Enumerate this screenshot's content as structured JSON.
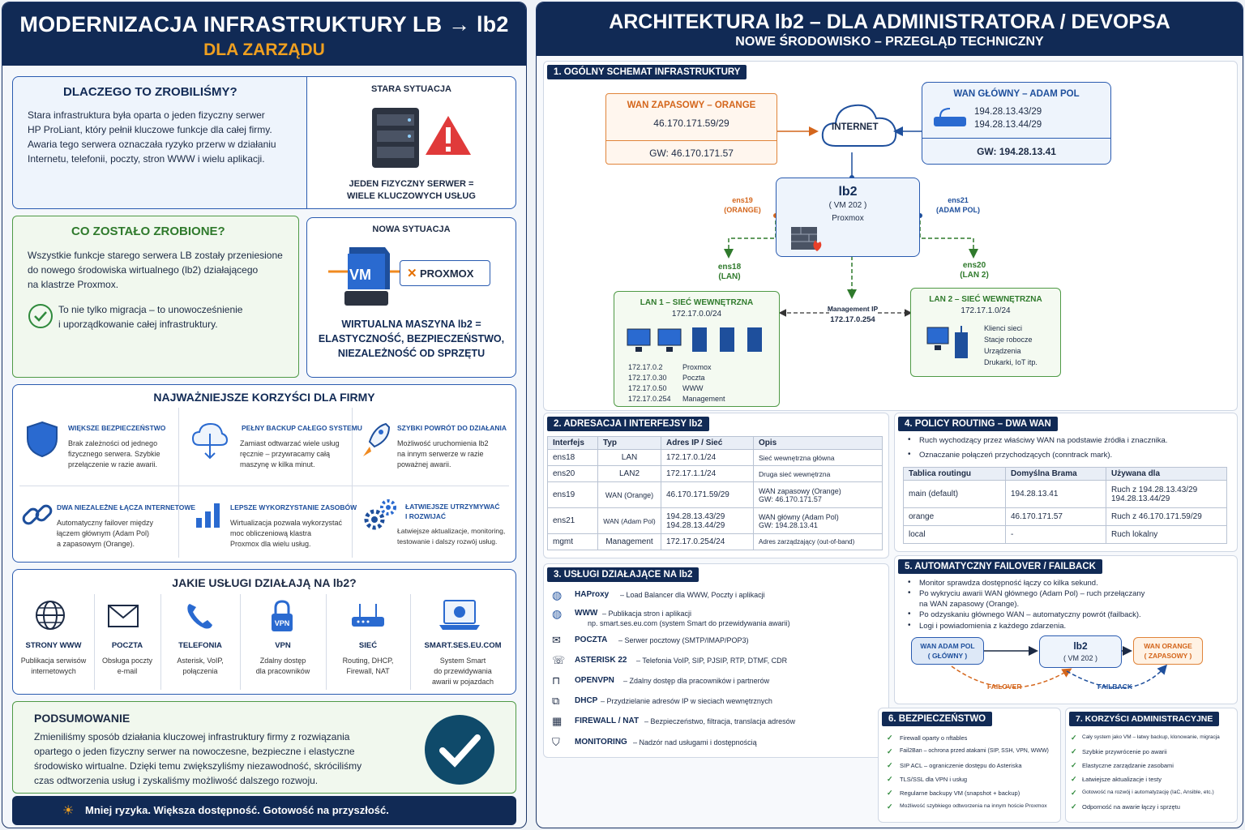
{
  "left": {
    "title": "MODERNIZACJA INFRASTRUKTURY LB → lb2",
    "subtitle": "DLA ZARZĄDU",
    "why": {
      "heading": "DLACZEGO TO ZROBILIŚMY?",
      "text": [
        "Stara infrastruktura była oparta o jeden fizyczny serwer",
        "HP ProLiant, który pełnił kluczowe funkcje dla całej firmy.",
        "Awaria tego serwera oznaczała ryzyko przerw w działaniu",
        "Internetu, telefonii, poczty, stron WWW i wielu aplikacji."
      ]
    },
    "old": {
      "heading": "STARA SYTUACJA",
      "caption": [
        "JEDEN FIZYCZNY SERWER =",
        "WIELE KLUCZOWYCH USŁUG"
      ]
    },
    "done": {
      "heading": "CO ZOSTAŁO ZROBIONE?",
      "text": [
        "Wszystkie funkcje starego serwera LB zostały przeniesione",
        "do nowego środowiska wirtualnego (lb2) działającego",
        "na klastrze Proxmox."
      ],
      "note": [
        "To nie tylko migracja – to unowocześnienie",
        "i uporządkowanie całej infrastruktury."
      ]
    },
    "new": {
      "heading": "NOWA SYTUACJA",
      "vm": "VM",
      "proxmox": "PROXMOX",
      "caption": [
        "WIRTUALNA MASZYNA lb2 =",
        "ELASTYCZNOŚĆ, BEZPIECZEŃSTWO,",
        "NIEZALEŻNOŚĆ OD SPRZĘTU"
      ]
    },
    "benefits": {
      "heading": "NAJWAŻNIEJSZE KORZYŚCI DLA FIRMY",
      "items": [
        {
          "title": "WIĘKSZE BEZPIECZEŃSTWO",
          "desc": [
            "Brak zależności od jednego",
            "fizycznego serwera. Szybkie",
            "przełączenie w razie awarii."
          ]
        },
        {
          "title": "PEŁNY BACKUP CAŁEGO SYSTEMU",
          "desc": [
            "Zamiast odtwarzać wiele usług",
            "ręcznie – przywracamy całą",
            "maszynę w kilka minut."
          ]
        },
        {
          "title": "SZYBKI POWRÓT DO DZIAŁANIA",
          "desc": [
            "Możliwość uruchomienia lb2",
            "na innym serwerze w razie",
            "poważnej awarii."
          ]
        },
        {
          "title": "DWA NIEZALEŻNE ŁĄCZA INTERNETOWE",
          "desc": [
            "Automatyczny failover między",
            "łączem głównym (Adam Pol)",
            "a zapasowym (Orange)."
          ]
        },
        {
          "title": "LEPSZE WYKORZYSTANIE ZASOBÓW",
          "desc": [
            "Wirtualizacja pozwala wykorzystać",
            "moc obliczeniową klastra",
            "Proxmox dla wielu usług."
          ]
        },
        {
          "title": "ŁATWIEJSZE UTRZYMYWAĆ I ROZWIJAĆ",
          "desc": [
            "Łatwiejsze aktualizacje, monitoring,",
            "testowanie i dalszy rozwój usług."
          ]
        }
      ]
    },
    "services": {
      "heading": "JAKIE USŁUGI DZIAŁAJĄ NA lb2?",
      "items": [
        {
          "title": "STRONY WWW",
          "desc": [
            "Publikacja serwisów",
            "internetowych"
          ]
        },
        {
          "title": "POCZTA",
          "desc": [
            "Obsługa poczty",
            "e-mail"
          ]
        },
        {
          "title": "TELEFONIA",
          "desc": [
            "Asterisk, VoIP,",
            "połączenia"
          ]
        },
        {
          "title": "VPN",
          "desc": [
            "Zdalny dostęp",
            "dla pracowników"
          ]
        },
        {
          "title": "SIEĆ",
          "desc": [
            "Routing, DHCP,",
            "Firewall, NAT"
          ]
        },
        {
          "title": "SMART.SES.EU.COM",
          "desc": [
            "System Smart",
            "do przewidywania",
            "awarii w pojazdach"
          ]
        }
      ]
    },
    "summary": {
      "heading": "PODSUMOWANIE",
      "text": [
        "Zmieniliśmy sposób działania kluczowej infrastruktury firmy z rozwiązania",
        "opartego o jeden fizyczny serwer na nowoczesne, bezpieczne i elastyczne",
        "środowisko wirtualne. Dzięki temu zwiększyliśmy niezawodność, skróciliśmy",
        "czas odtworzenia usług i zyskaliśmy możliwość dalszego rozwoju."
      ]
    },
    "footer": "Mniej ryzyka. Większa dostępność. Gotowość na przyszłość."
  },
  "right": {
    "title": "ARCHITEKTURA lb2 – DLA ADMINISTRATORA / DEVOPSA",
    "subtitle": "NOWE ŚRODOWISKO – PRZEGLĄD TECHNICZNY",
    "s1": {
      "heading": "1. OGÓLNY SCHEMAT INFRASTRUKTURY",
      "wan_backup": {
        "title": "WAN ZAPASOWY – ORANGE",
        "ip": "46.170.171.59/29",
        "gw": "GW: 46.170.171.57"
      },
      "internet": "INTERNET",
      "wan_main": {
        "title": "WAN GŁÓWNY – ADAM POL",
        "ip1": "194.28.13.43/29",
        "ip2": "194.28.13.44/29",
        "gw": "GW: 194.28.13.41"
      },
      "lb2": {
        "name": "lb2",
        "vm": "( VM 202 )",
        "host": "Proxmox"
      },
      "ens19": {
        "name": "ens19",
        "sub": "(ORANGE)"
      },
      "ens21": {
        "name": "ens21",
        "sub": "(ADAM POL)"
      },
      "ens18": {
        "name": "ens18",
        "sub": "(LAN)"
      },
      "ens20": {
        "name": "ens20",
        "sub": "(LAN 2)"
      },
      "mgmt": {
        "label": "Management IP",
        "ip": "172.17.0.254"
      },
      "lan1": {
        "title": "LAN 1 – SIEĆ WEWNĘTRZNA",
        "net": "172.17.0.0/24",
        "rows": [
          [
            "172.17.0.2",
            "Proxmox"
          ],
          [
            "172.17.0.30",
            "Poczta"
          ],
          [
            "172.17.0.50",
            "WWW"
          ],
          [
            "172.17.0.254",
            "Management"
          ]
        ]
      },
      "lan2": {
        "title": "LAN 2 – SIEĆ WEWNĘTRZNA",
        "net": "172.17.1.0/24",
        "items": [
          "Klienci sieci",
          "Stacje robocze",
          "Urządzenia",
          "Drukarki, IoT itp."
        ]
      }
    },
    "s2": {
      "heading": "2. ADRESACJA I INTERFEJSY lb2",
      "cols": [
        "Interfejs",
        "Typ",
        "Adres IP / Sieć",
        "Opis"
      ],
      "rows": [
        [
          "ens18",
          "LAN",
          "172.17.0.1/24",
          "Sieć wewnętrzna główna"
        ],
        [
          "ens20",
          "LAN2",
          "172.17.1.1/24",
          "Druga sieć wewnętrzna"
        ],
        [
          "ens19",
          "WAN (Orange)",
          "46.170.171.59/29",
          "WAN zapasowy (Orange)\nGW: 46.170.171.57"
        ],
        [
          "ens21",
          "WAN (Adam Pol)",
          "194.28.13.43/29\n194.28.13.44/29",
          "WAN główny (Adam Pol)\nGW: 194.28.13.41"
        ],
        [
          "mgmt",
          "Management",
          "172.17.0.254/24",
          "Adres zarządzający (out-of-band)"
        ]
      ]
    },
    "s3": {
      "heading": "3. USŁUGI DZIAŁAJĄCE NA lb2",
      "items": [
        {
          "name": "HAProxy",
          "desc": "– Load Balancer dla WWW, Poczty i aplikacji"
        },
        {
          "name": "WWW",
          "desc": "– Publikacja stron i aplikacji",
          "extra": "np. smart.ses.eu.com (system Smart do przewidywania awarii)"
        },
        {
          "name": "POCZTA",
          "desc": "– Serwer pocztowy (SMTP/IMAP/POP3)"
        },
        {
          "name": "ASTERISK 22",
          "desc": "– Telefonia VoIP, SIP, PJSIP, RTP, DTMF, CDR"
        },
        {
          "name": "OPENVPN",
          "desc": "– Zdalny dostęp dla pracowników i partnerów"
        },
        {
          "name": "DHCP",
          "desc": "– Przydzielanie adresów IP w sieciach wewnętrznych"
        },
        {
          "name": "FIREWALL / NAT",
          "desc": "– Bezpieczeństwo, filtracja, translacja adresów"
        },
        {
          "name": "MONITORING",
          "desc": "– Nadzór nad usługami i dostępnością"
        }
      ]
    },
    "s4": {
      "heading": "4. POLICY ROUTING – DWA WAN",
      "bullets": [
        "Ruch wychodzący przez właściwy WAN na podstawie źródła i znacznika.",
        "Oznaczanie połączeń przychodzących (conntrack mark)."
      ],
      "cols": [
        "Tablica routingu",
        "Domyślna Brama",
        "Używana dla"
      ],
      "rows": [
        [
          "main (default)",
          "194.28.13.41",
          "Ruch z 194.28.13.43/29\n194.28.13.44/29"
        ],
        [
          "orange",
          "46.170.171.57",
          "Ruch z 46.170.171.59/29"
        ],
        [
          "local",
          "-",
          "Ruch lokalny"
        ]
      ]
    },
    "s5": {
      "heading": "5. AUTOMATYCZNY FAILOVER / FAILBACK",
      "bullets": [
        "Monitor sprawdza dostępność łączy co kilka sekund.",
        "Po wykryciu awarii WAN głównego (Adam Pol) – ruch przełączany",
        "na WAN zapasowy (Orange).",
        "Po odzyskaniu głównego WAN – automatyczny powrót (failback).",
        "Logi i powiadomienia z każdego zdarzenia."
      ],
      "adam": [
        "WAN ADAM POL",
        "( GŁÓWNY )"
      ],
      "lb2": [
        "lb2",
        "( VM 202 )"
      ],
      "orange": [
        "WAN ORANGE",
        "( ZAPASOWY )"
      ],
      "failover": "FAILOVER",
      "failback": "FAILBACK"
    },
    "s6": {
      "heading": "6. BEZPIECZEŃSTWO",
      "items": [
        "Firewall oparty o nftables",
        "Fail2Ban – ochrona przed atakami (SIP, SSH, VPN, WWW)",
        "SIP ACL – ograniczenie dostępu do Asteriska",
        "TLS/SSL dla VPN i usług",
        "Regularne backupy VM (snapshot + backup)",
        "Możliwość szybkiego odtworzenia na innym hoście Proxmox"
      ]
    },
    "s7": {
      "heading": "7. KORZYŚCI ADMINISTRACYJNE",
      "items": [
        "Cały system jako VM – łatwy backup, klonowanie, migracja",
        "Szybkie przywrócenie po awarii",
        "Elastyczne zarządzanie zasobami",
        "Łatwiejsze aktualizacje i testy",
        "Gotowość na rozwój i automatyzację (IaC, Ansible, etc.)",
        "Odporność na awarie łączy i sprzętu"
      ]
    }
  },
  "colors": {
    "navy": "#112a55",
    "orange": "#f0a020",
    "green": "#2f8a3c",
    "blue": "#2a5bb0"
  }
}
